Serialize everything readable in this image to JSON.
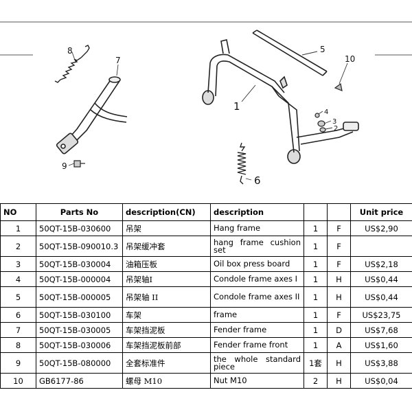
{
  "diagram": {
    "callouts": [
      "8",
      "7",
      "9",
      "1",
      "5",
      "10",
      "4",
      "3",
      "2",
      "6"
    ]
  },
  "table": {
    "headers": {
      "no": "NO",
      "parts_no": "Parts No",
      "description_cn": "description(CN)",
      "description": "description",
      "qty": "",
      "grade": "",
      "unit_price": "Unit price"
    },
    "rows": [
      {
        "no": "1",
        "parts_no": "50QT-15B-030600",
        "description_cn": "吊架",
        "description": "Hang frame",
        "qty": "1",
        "grade": "F",
        "unit_price": "US$2,90"
      },
      {
        "no": "2",
        "parts_no": "50QT-15B-090010.3",
        "description_cn": "吊架缓冲套",
        "description": "hang frame cushion set",
        "qty": "1",
        "grade": "F",
        "unit_price": ""
      },
      {
        "no": "3",
        "parts_no": "50QT-15B-030004",
        "description_cn": "油箱压板",
        "description": "Oil box press board",
        "qty": "1",
        "grade": "F",
        "unit_price": "US$2,18"
      },
      {
        "no": "4",
        "parts_no": "50QT-15B-000004",
        "description_cn": "吊架轴I",
        "description": "Condole frame axes I",
        "qty": "1",
        "grade": "H",
        "unit_price": "US$0,44"
      },
      {
        "no": "5",
        "parts_no": "50QT-15B-000005",
        "description_cn": "吊架轴 II",
        "description": "Condole frame axes II",
        "qty": "1",
        "grade": "H",
        "unit_price": "US$0,44"
      },
      {
        "no": "6",
        "parts_no": "50QT-15B-030100",
        "description_cn": "车架",
        "description": "frame",
        "qty": "1",
        "grade": "F",
        "unit_price": "US$23,75"
      },
      {
        "no": "7",
        "parts_no": "50QT-15B-030005",
        "description_cn": "车架挡泥板",
        "description": "Fender frame",
        "qty": "1",
        "grade": "D",
        "unit_price": "US$7,68"
      },
      {
        "no": "8",
        "parts_no": "50QT-15B-030006",
        "description_cn": "车架挡泥板前部",
        "description": "Fender frame front",
        "qty": "1",
        "grade": "A",
        "unit_price": "US$1,60"
      },
      {
        "no": "9",
        "parts_no": "50QT-15B-080000",
        "description_cn": "全套标准件",
        "description": "the whole standard piece",
        "qty": "1套",
        "grade": "H",
        "unit_price": "US$3,88"
      },
      {
        "no": "10",
        "parts_no": "GB6177-86",
        "description_cn": "螺母 M10",
        "description": "Nut M10",
        "qty": "2",
        "grade": "H",
        "unit_price": "US$0,04"
      }
    ]
  }
}
